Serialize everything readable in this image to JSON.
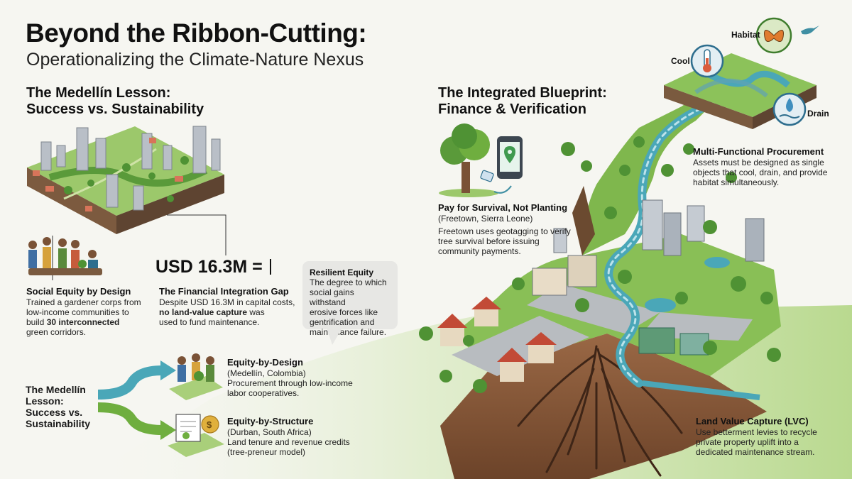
{
  "header": {
    "title": "Beyond the Ribbon-Cutting:",
    "subtitle": "Operationalizing the Climate-Nature Nexus"
  },
  "medellin": {
    "heading_line1": "The Medellín Lesson:",
    "heading_line2": "Success vs. Sustainability",
    "social_equity": {
      "title": "Social Equity by Design",
      "line1": "Trained a gardener corps from",
      "line2": "low-income communities to",
      "line3_pre": "build ",
      "line3_bold": "30 interconnected",
      "line4": "green corridors."
    },
    "gap": {
      "amount": "USD 16.3M =",
      "title": "The Financial Integration Gap",
      "line1": "Despite USD 16.3M in capital costs,",
      "line2_bold": "no land-value capture",
      "line2_post": " was",
      "line3": "used to fund maintenance."
    }
  },
  "resilient_equity": {
    "title": "Resilient Equity",
    "lines": [
      "The degree to which",
      "social gains withstand",
      "erosive forces like",
      "gentrification and",
      "maintenance failure."
    ]
  },
  "lower_left": {
    "label_line1": "The Medellín",
    "label_line2": "Lesson:",
    "label_line3": "Success vs.",
    "label_line4": "Sustainability",
    "design": {
      "title": "Equity-by-Design",
      "place": "(Medellín, Colombia)",
      "line1": "Procurement through low-income",
      "line2": "labor cooperatives."
    },
    "structure": {
      "title": "Equity-by-Structure",
      "place": "(Durban, South Africa)",
      "line1": "Land tenure and revenue credits",
      "line2": "(tree-preneur model)"
    }
  },
  "blueprint": {
    "heading_line1": "The Integrated Blueprint:",
    "heading_line2": "Finance & Verification",
    "survival": {
      "title": "Pay for Survival, Not Planting",
      "place": "(Freetown, Sierra Leone)",
      "line1": "Freetown uses geotagging to verify",
      "line2": "tree survival before issuing",
      "line3": "community payments."
    },
    "procurement": {
      "title": "Multi-Functional Procurement",
      "line1": "Assets must be designed as single",
      "line2": "objects that cool, drain, and provide",
      "line3": "habitat simultaneously."
    },
    "lvc": {
      "title": "Land Value Capture (LVC)",
      "line1": "Use betterment levies to recycle",
      "line2": "private property uplift into a",
      "line3": "dedicated maintenance stream."
    },
    "icons": {
      "habitat": "Habitat",
      "cool": "Cool",
      "drain": "Drain"
    }
  },
  "colors": {
    "green": "#6fae3f",
    "dark_green": "#3f7d2d",
    "teal": "#4aa7b8",
    "soil": "#8a5a3b",
    "ink": "#111111"
  }
}
